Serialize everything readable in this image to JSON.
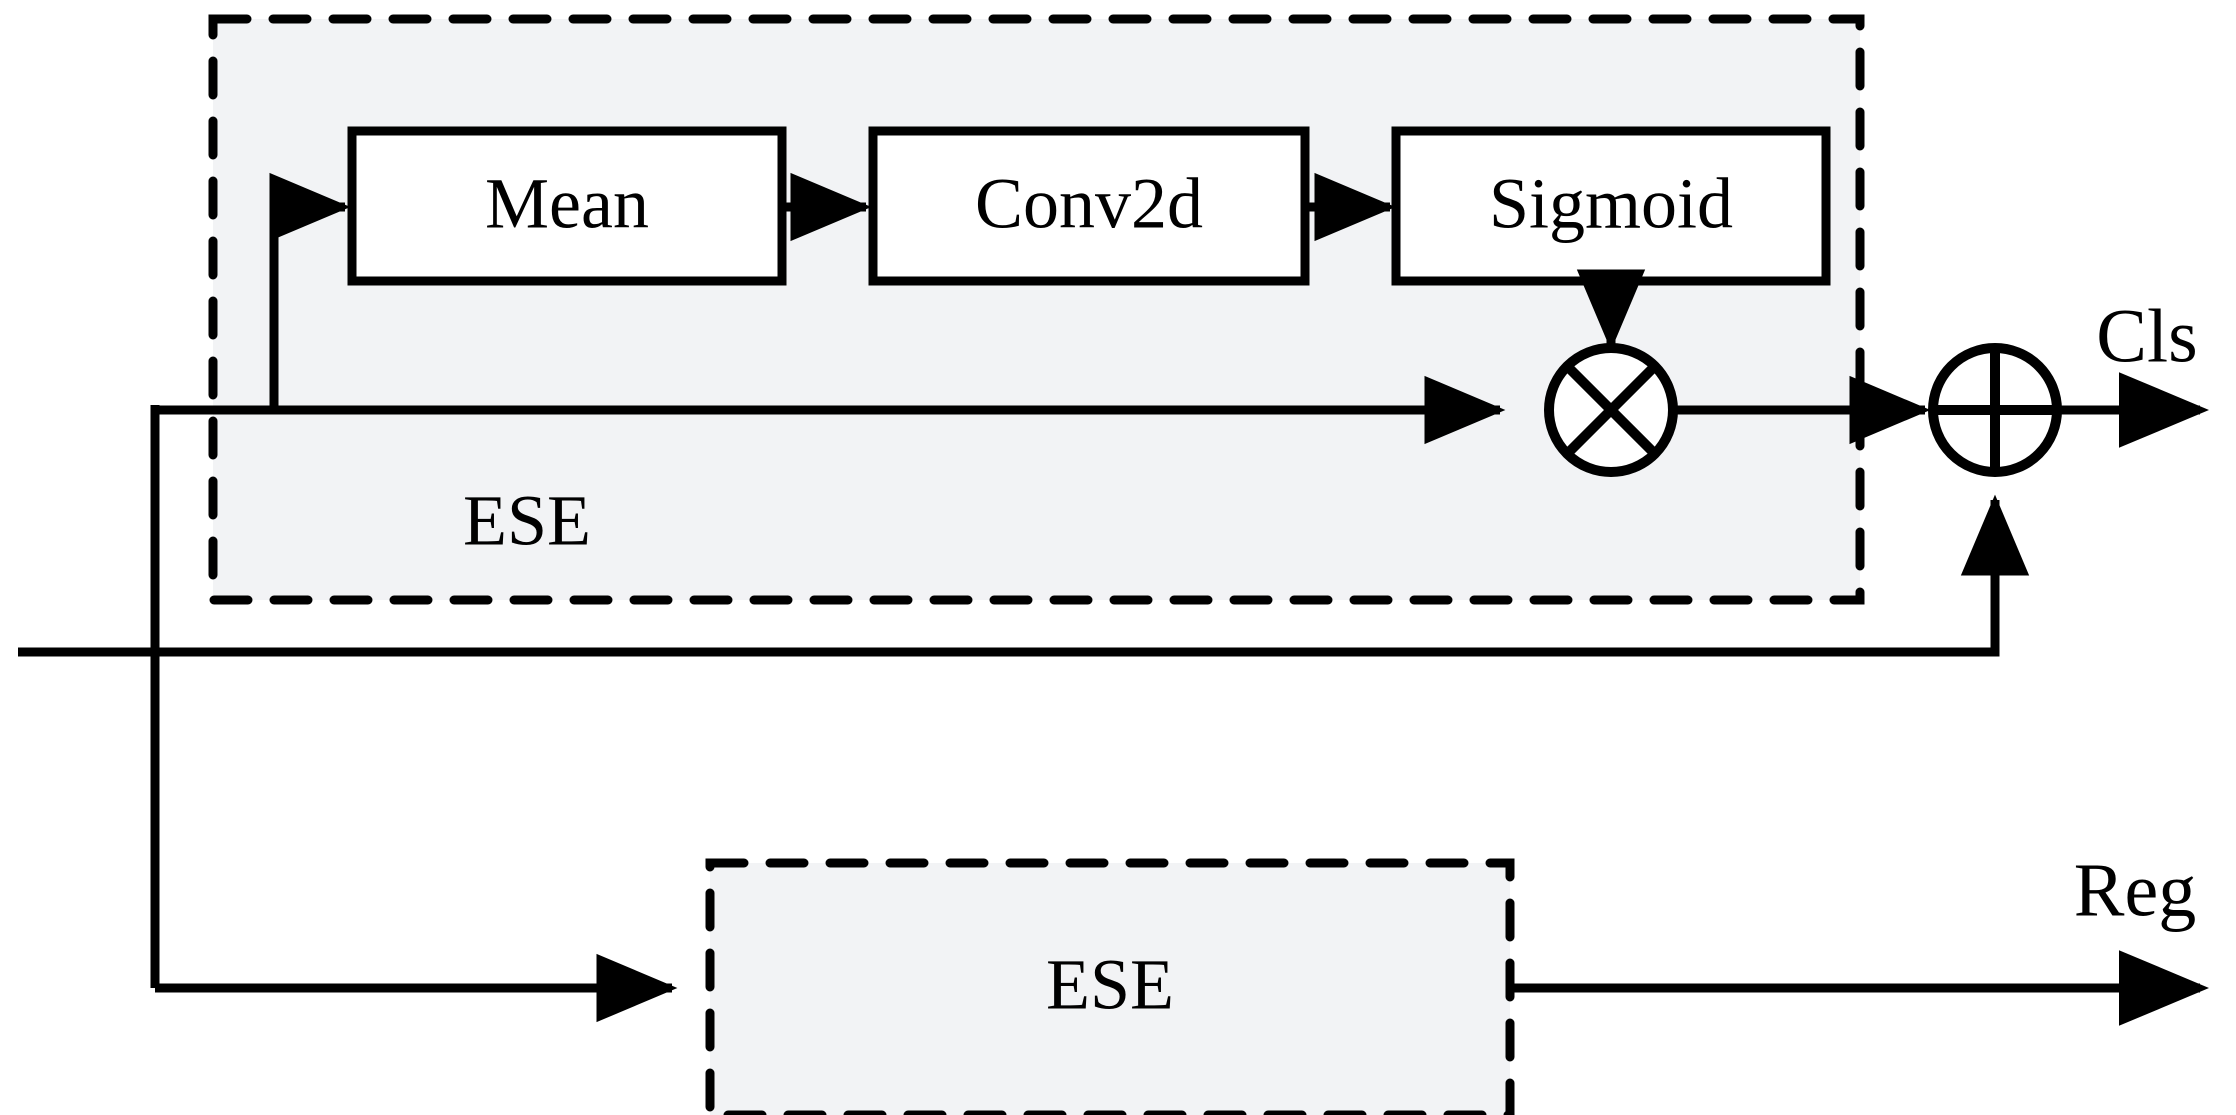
{
  "diagram": {
    "title": "ESE attention head block diagram",
    "background_color": "#ffffff",
    "stroke_color": "#000000",
    "group_fill_color": "#f2f3f5",
    "box_fill_color": "#ffffff",
    "blocks": [
      {
        "id": "mean",
        "label": "Mean",
        "shape": "rect",
        "style": "solid"
      },
      {
        "id": "conv2d",
        "label": "Conv2d",
        "shape": "rect",
        "style": "solid"
      },
      {
        "id": "sigmoid",
        "label": "Sigmoid",
        "shape": "rect",
        "style": "solid"
      }
    ],
    "groups": [
      {
        "id": "ese-cls",
        "label": "ESE",
        "style": "dashed"
      },
      {
        "id": "ese-reg",
        "label": "ESE",
        "style": "dashed"
      }
    ],
    "operators": [
      {
        "id": "multiply",
        "symbol": "⊗",
        "name": "element-wise-multiply"
      },
      {
        "id": "add",
        "symbol": "⊕",
        "name": "element-wise-add"
      }
    ],
    "outputs": [
      {
        "id": "cls",
        "label": "Cls"
      },
      {
        "id": "reg",
        "label": "Reg"
      }
    ]
  }
}
